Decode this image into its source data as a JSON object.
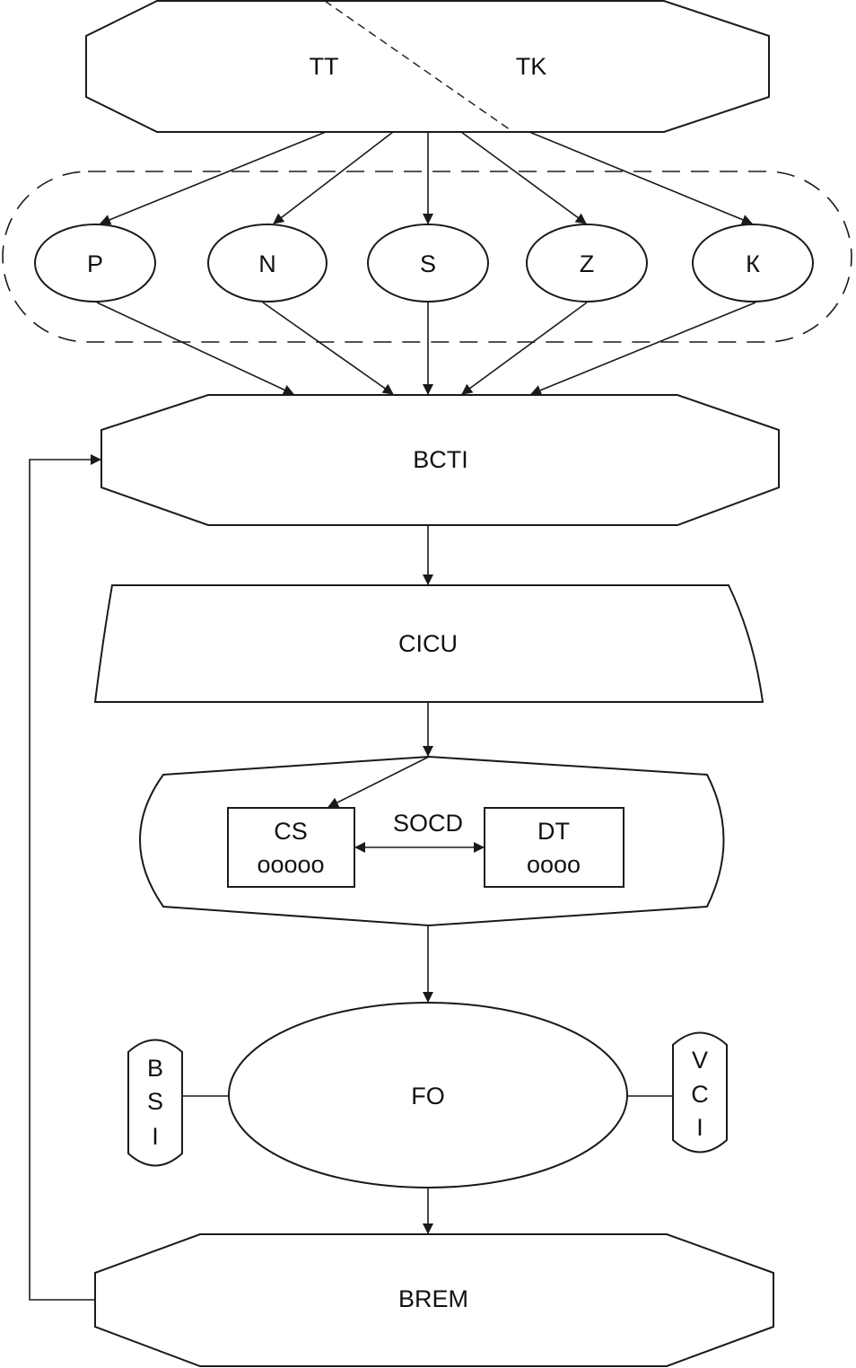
{
  "diagram": {
    "colors": {
      "stroke": "#1a1a1a",
      "background": "#ffffff",
      "text": "#111111"
    },
    "top_block": {
      "left_label": "TT",
      "right_label": "TK",
      "divider": "dashed-diagonal"
    },
    "group": {
      "style": "dashed-rounded-container",
      "nodes": [
        {
          "id": "P",
          "label": "P"
        },
        {
          "id": "N",
          "label": "N"
        },
        {
          "id": "S",
          "label": "S"
        },
        {
          "id": "Z",
          "label": "Z"
        },
        {
          "id": "K",
          "label": "К"
        }
      ]
    },
    "bcti": {
      "label": "BCTI"
    },
    "cicu": {
      "label": "CICU"
    },
    "socd": {
      "label": "SOCD",
      "cs": {
        "title": "CS",
        "marks": "ooooo"
      },
      "dt": {
        "title": "DT",
        "marks": "oooo"
      }
    },
    "fo": {
      "label": "FO"
    },
    "bsi": {
      "letters": [
        "B",
        "S",
        "I"
      ]
    },
    "vci": {
      "letters": [
        "V",
        "C",
        "I"
      ]
    },
    "brem": {
      "label": "BREM"
    },
    "edges": [
      {
        "from": "TT/TK",
        "to": "P"
      },
      {
        "from": "TT/TK",
        "to": "N"
      },
      {
        "from": "TT/TK",
        "to": "S"
      },
      {
        "from": "TT/TK",
        "to": "Z"
      },
      {
        "from": "TT/TK",
        "to": "К"
      },
      {
        "from": "P",
        "to": "BCTI"
      },
      {
        "from": "N",
        "to": "BCTI"
      },
      {
        "from": "S",
        "to": "BCTI"
      },
      {
        "from": "Z",
        "to": "BCTI"
      },
      {
        "from": "К",
        "to": "BCTI"
      },
      {
        "from": "BCTI",
        "to": "CICU"
      },
      {
        "from": "CICU",
        "to": "SOCD"
      },
      {
        "from": "SOCD",
        "to": "CS"
      },
      {
        "from": "CS",
        "to": "DT",
        "bidirectional": true
      },
      {
        "from": "SOCD",
        "to": "FO"
      },
      {
        "from": "BSI",
        "to": "FO",
        "arrow": false
      },
      {
        "from": "VCI",
        "to": "FO",
        "arrow": false
      },
      {
        "from": "FO",
        "to": "BREM"
      },
      {
        "from": "BREM",
        "to": "BCTI",
        "feedback": true
      }
    ]
  }
}
